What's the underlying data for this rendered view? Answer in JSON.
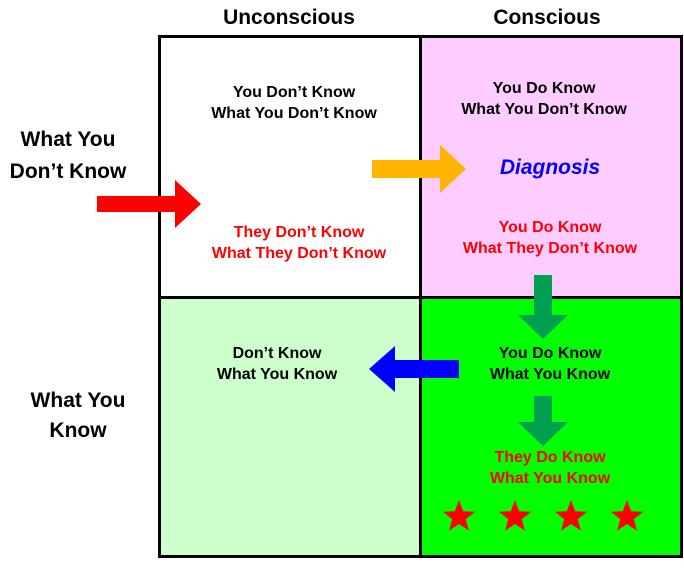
{
  "columns": {
    "left": "Unconscious",
    "right": "Conscious"
  },
  "rows": {
    "top": [
      "What You",
      "Don’t Know"
    ],
    "bottom": [
      "What You",
      "Know"
    ]
  },
  "quadrants": {
    "top_left": {
      "fill": "#ffffff",
      "lines_black": [
        "You Don’t Know",
        "What You Don’t Know"
      ],
      "lines_red": [
        "They Don’t Know",
        "What They Don’t Know"
      ]
    },
    "top_right": {
      "fill": "#ffccff",
      "lines_black": [
        "You Do Know",
        "What You Don’t Know"
      ],
      "highlight": "Diagnosis",
      "lines_red": [
        "You Do Know",
        "What They Don’t Know"
      ]
    },
    "bottom_left": {
      "fill": "#ccffcc",
      "lines_black": [
        "Don’t Know",
        "What You Know"
      ]
    },
    "bottom_right": {
      "fill": "#00ff00",
      "lines_black": [
        "You Do Know",
        "What You Know"
      ],
      "lines_red": [
        "They Do Know",
        "What You Know"
      ],
      "star_count": 4
    }
  },
  "colors": {
    "arrow_red": "#ff0000",
    "arrow_orange": "#ffb400",
    "arrow_green": "#00a050",
    "arrow_blue": "#0000ff",
    "star": "#ff0000",
    "highlight_text": "#0000ff"
  }
}
